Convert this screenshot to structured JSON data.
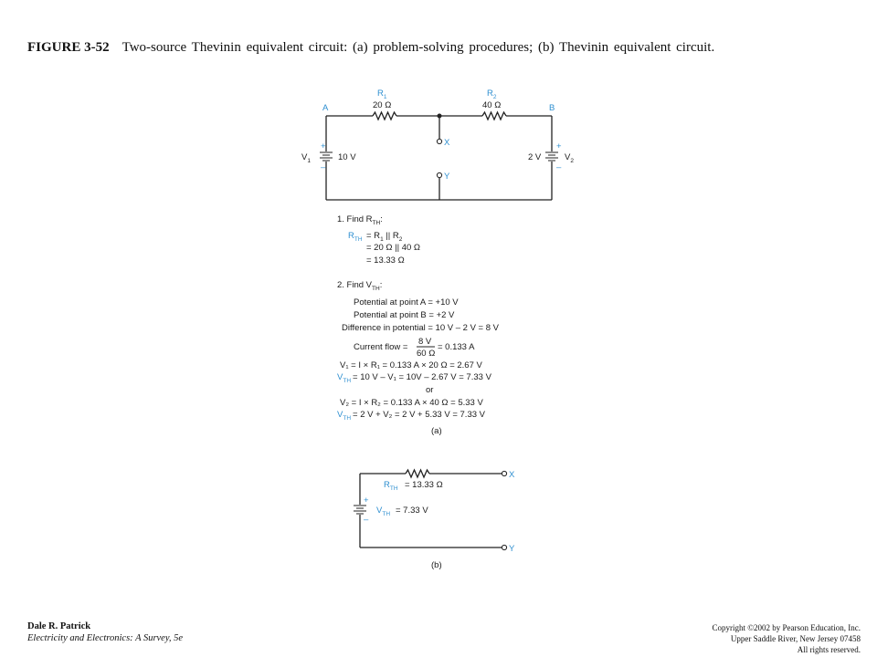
{
  "caption": {
    "figure_label": "FIGURE 3-52",
    "text": "Two-source Thevinin equivalent circuit: (a) problem-solving procedures; (b) Thevinin equivalent circuit."
  },
  "circuit_a": {
    "r1_name": "R",
    "r1_sub": "1",
    "r1_value": "20 Ω",
    "r2_name": "R",
    "r2_sub": "2",
    "r2_value": "40 Ω",
    "node_a": "A",
    "node_b": "B",
    "terminal_x": "X",
    "terminal_y": "Y",
    "v1_name": "V",
    "v1_sub": "1",
    "v1_value": "10 V",
    "v2_name": "V",
    "v2_sub": "2",
    "v2_value": "2 V",
    "plus": "+",
    "minus": "–"
  },
  "procedure": {
    "step1_title": "1. Find R",
    "step1_title_sub": "TH",
    "step1_title_suffix": ":",
    "rth_lhs": "R",
    "rth_lhs_sub": "TH",
    "rth_line1": "= R",
    "rth_line1_sub_a": "1",
    "rth_line1_mid": " || R",
    "rth_line1_sub_b": "2",
    "rth_line2": "= 20 Ω || 40 Ω",
    "rth_line3": "= 13.33 Ω",
    "step2_title": "2. Find V",
    "step2_title_sub": "TH",
    "step2_title_suffix": ":",
    "pot_a": "Potential at point A = +10 V",
    "pot_b": "Potential at point B = +2 V",
    "difference": "Difference in potential = 10 V – 2 V = 8 V",
    "current_label": "Current flow =",
    "current_num": "8 V",
    "current_den": "60 Ω",
    "current_result": "= 0.133 A",
    "v1_line": "V₁ = I × R₁ = 0.133 A × 20 Ω = 2.67 V",
    "vth_line1_lhs": "V",
    "vth_line1_sub": "TH",
    "vth_line1_rhs": "= 10 V – V₁ = 10V – 2.67 V = 7.33 V",
    "or": "or",
    "v2_line": "V₂ = I × R₂ = 0.133 A × 40 Ω = 5.33 V",
    "vth_line2_lhs": "V",
    "vth_line2_sub": "TH",
    "vth_line2_rhs": "= 2 V + V₂ = 2 V + 5.33 V = 7.33 V",
    "label_a": "(a)"
  },
  "circuit_b": {
    "rth_name": "R",
    "rth_sub": "TH",
    "rth_value": "= 13.33 Ω",
    "vth_name": "V",
    "vth_sub": "TH",
    "vth_value": "= 7.33 V",
    "terminal_x": "X",
    "terminal_y": "Y",
    "plus": "+",
    "minus": "–",
    "label_b": "(b)"
  },
  "footer": {
    "author": "Dale R. Patrick",
    "book": "Electricity and Electronics: A Survey, 5e",
    "copyright_1": "Copyright ©2002 by Pearson Education, Inc.",
    "copyright_2": "Upper Saddle River, New Jersey 07458",
    "copyright_3": "All rights reserved."
  },
  "colors": {
    "accent_blue": "#2e8fd0",
    "ink": "#111111"
  }
}
